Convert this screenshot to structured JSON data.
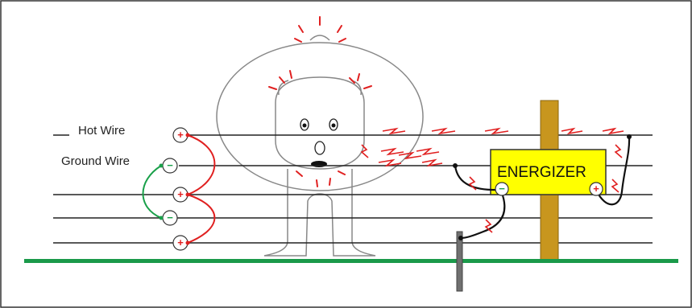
{
  "labels": {
    "hot_wire": "Hot Wire",
    "ground_wire": "Ground Wire",
    "energizer": "ENERGIZER"
  },
  "symbols": {
    "positive": "+",
    "negative": "−"
  },
  "colors": {
    "hot_jumper": "#e02020",
    "ground_jumper": "#1aa04a",
    "ground_line": "#1a9a4a",
    "energizer_box": "#ffff00",
    "post": "#c8961e",
    "shock_marks": "#e02020",
    "ground_rod": "#707070"
  },
  "icons": [
    "shock-bolt-icon",
    "positive-terminal-icon",
    "negative-terminal-icon",
    "bear-figure"
  ]
}
